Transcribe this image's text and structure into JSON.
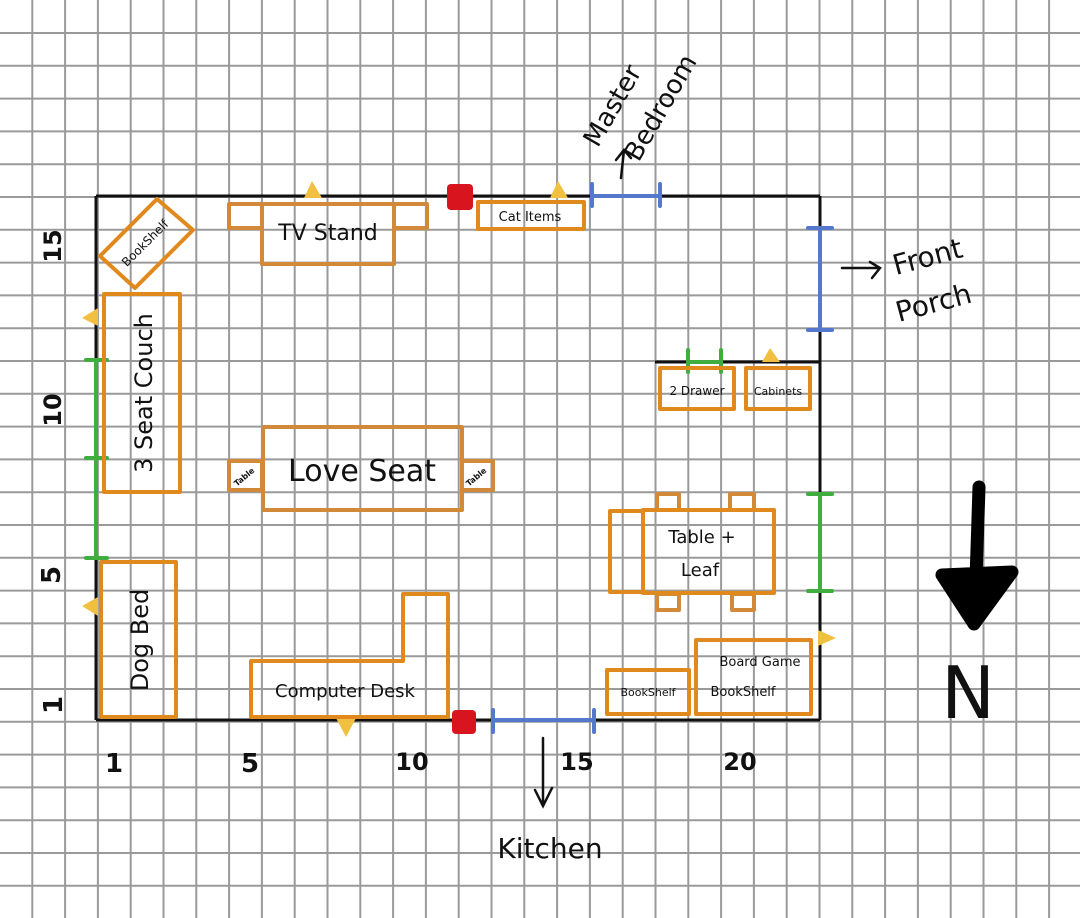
{
  "title": "Living Room Floor Plan",
  "colors": {
    "grid": "#9a9a9a",
    "wall": "#111111",
    "furniture": "#e08a1e",
    "furniture_dark": "#d28a3a",
    "window": "#3fae3f",
    "door": "#5577cc",
    "outlet": "#f2c040",
    "vent": "#d8141e"
  },
  "axis_labels": {
    "x": [
      "1",
      "5",
      "10",
      "15",
      "20"
    ],
    "y": [
      "1",
      "5",
      "10",
      "15"
    ]
  },
  "furniture": {
    "bookshelf_corner": "BookShelf",
    "tv_stand": "TV Stand",
    "cat_items": "Cat Items",
    "couch": "3 Seat Couch",
    "love_seat": "Love Seat",
    "side_table_left": "Table",
    "side_table_right": "Table",
    "dog_bed": "Dog Bed",
    "computer_desk": "Computer Desk",
    "two_drawer": "2 Drawer",
    "cabinets": "Cabinets",
    "dining_table": [
      "Table +",
      "Leaf"
    ],
    "bookshelf_south": "BookShelf",
    "board_game_bookshelf": [
      "Board Game",
      "BookShelf"
    ]
  },
  "rooms": {
    "master_bedroom": [
      "Master",
      "Bedroom"
    ],
    "front_porch": [
      "Front",
      "Porch"
    ],
    "kitchen": "Kitchen"
  },
  "compass": {
    "label": "N",
    "direction": "down"
  }
}
